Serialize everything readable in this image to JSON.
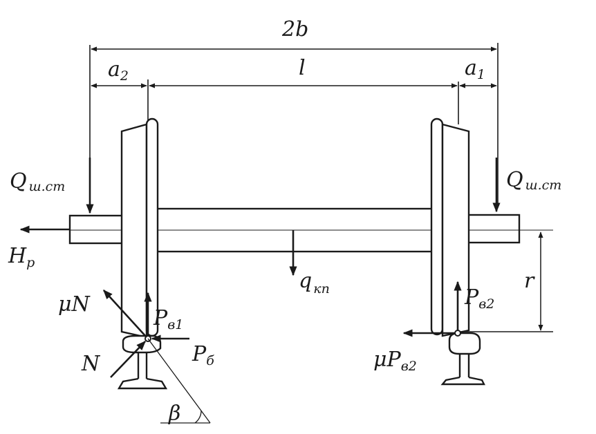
{
  "labels": {
    "dim_2b": "2b",
    "dim_a2_main": "a",
    "dim_a2_sub": "2",
    "dim_l": "l",
    "dim_a1_main": "a",
    "dim_a1_sub": "1",
    "q_left_main": "Q",
    "q_left_sub": "ш.ст",
    "q_right_main": "Q",
    "q_right_sub": "ш.ст",
    "hp_main": "H",
    "hp_sub": "p",
    "q_kp_main": "q",
    "q_kp_sub": "кп",
    "r": "r",
    "mu_n": "μN",
    "n": "N",
    "p_b1_main": "P",
    "p_b1_sub": "в1",
    "p_b_main": "P",
    "p_b_sub": "б",
    "p_b2_main": "P",
    "p_b2_sub": "в2",
    "mu_p_b2_main": "μP",
    "mu_p_b2_sub": "в2",
    "beta": "β"
  }
}
